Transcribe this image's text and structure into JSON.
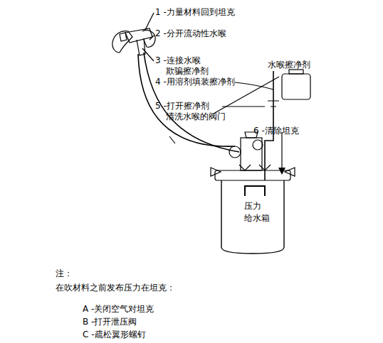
{
  "diagram": {
    "nodes": [
      {
        "text": [
          "水喉擦净剂"
        ]
      },
      {
        "text": [
          "压力 给水箱"
        ]
      }
    ],
    "edges": [
      {
        "from": 0,
        "to": 1,
        "arrow": "none"
      }
    ],
    "labels": [
      "1 -力量材料回到坦克",
      "2 -分开流动性水喉",
      "3 -连接水喉 欺骗擦净剂",
      "4 -用溶剂填装擦净剂",
      "5 -打开擦净剂 清洗水喉的阀门",
      "6 -清除坦克",
      "注：",
      "在吹材料之前发布压力在坦克：",
      "A -关闭空气对坦克",
      "B -打开泄压阀",
      "C -疏松翼形螺钉"
    ]
  }
}
